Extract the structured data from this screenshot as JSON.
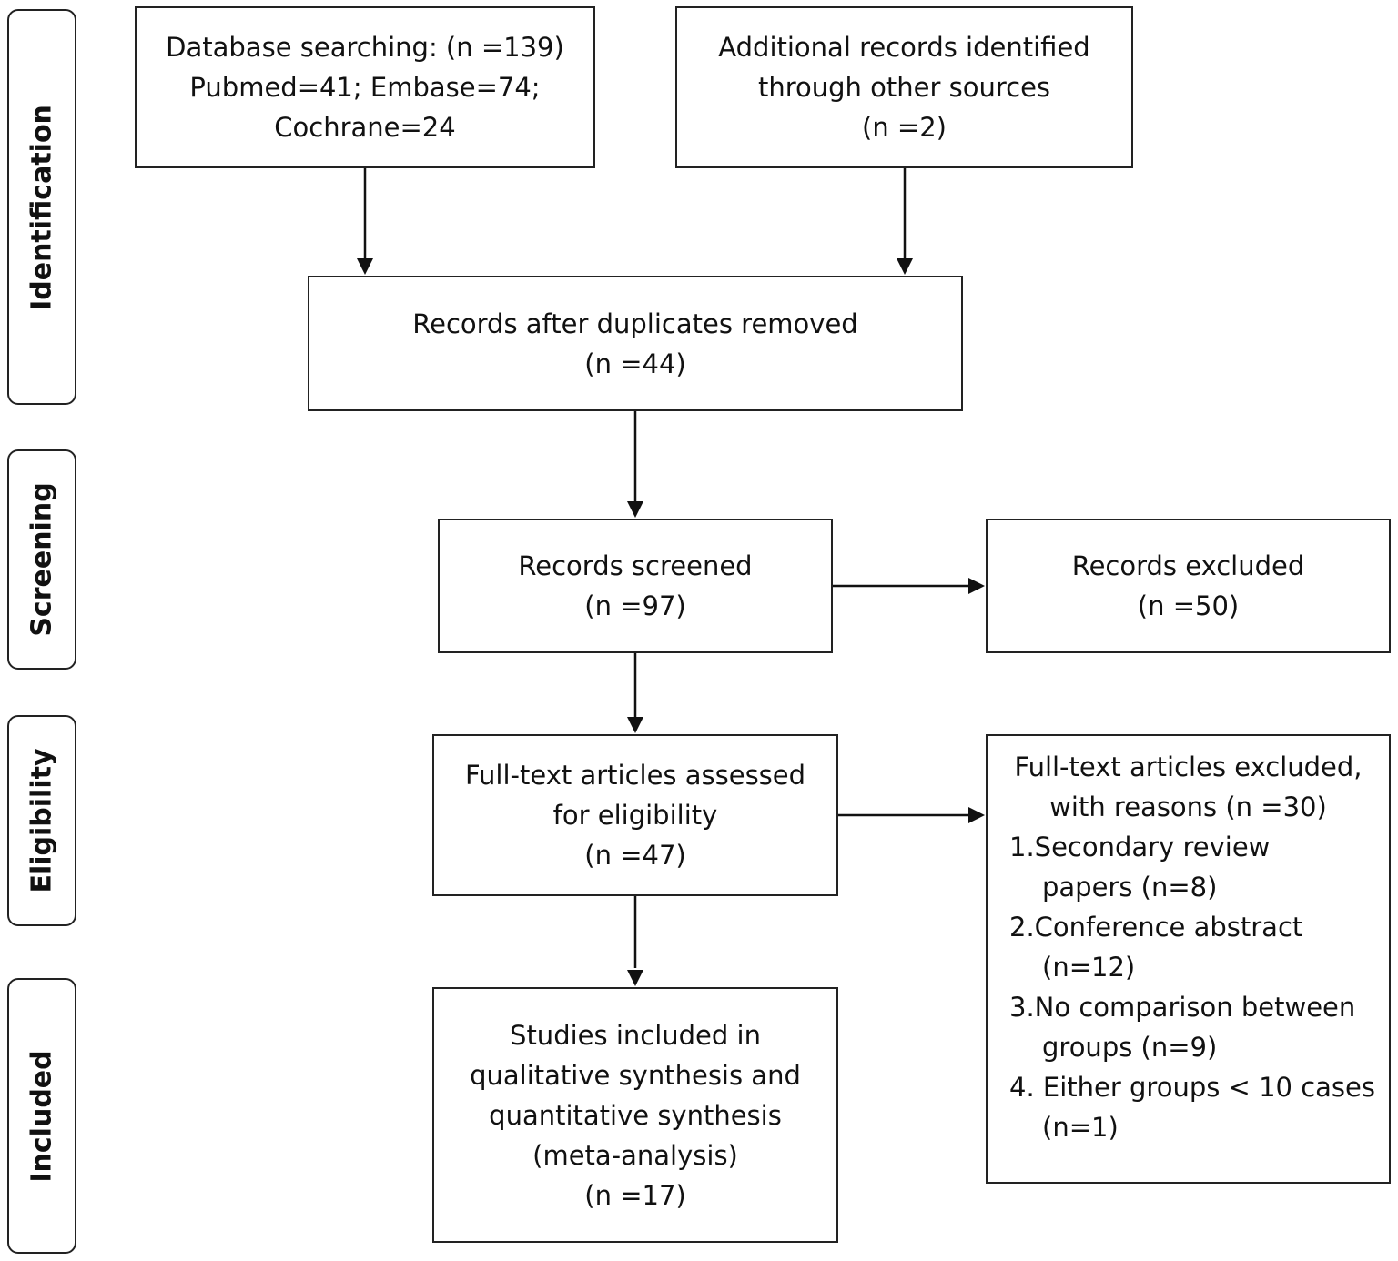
{
  "stages": {
    "identification": "Identification",
    "screening": "Screening",
    "eligibility": "Eligibility",
    "included": "Included"
  },
  "boxes": {
    "database": {
      "lines": [
        "Database searching: (n =139)",
        "Pubmed=41; Embase=74;",
        "Cochrane=24"
      ]
    },
    "additional": {
      "lines": [
        "Additional records identified",
        "through other sources",
        "(n =2)"
      ]
    },
    "duplicates": {
      "lines": [
        "Records after duplicates removed",
        "(n =44)"
      ]
    },
    "screened": {
      "lines": [
        "Records screened",
        "(n =97)"
      ]
    },
    "excluded": {
      "lines": [
        "Records excluded",
        "(n =50)"
      ]
    },
    "fulltext": {
      "lines": [
        "Full-text articles assessed",
        "for eligibility",
        "(n =47)"
      ]
    },
    "fulltext_excluded": {
      "heading": [
        "Full-text articles excluded,",
        "with reasons (n =30)"
      ],
      "reasons": [
        "1.Secondary review",
        "papers (n=8)",
        "2.Conference abstract",
        "(n=12)",
        "3.No comparison between",
        "groups (n=9)",
        "4. Either groups < 10 cases",
        "(n=1)"
      ]
    },
    "included": {
      "lines": [
        "Studies included in",
        "qualitative synthesis and",
        "quantitative synthesis",
        "(meta-analysis)",
        "(n =17)"
      ]
    }
  }
}
